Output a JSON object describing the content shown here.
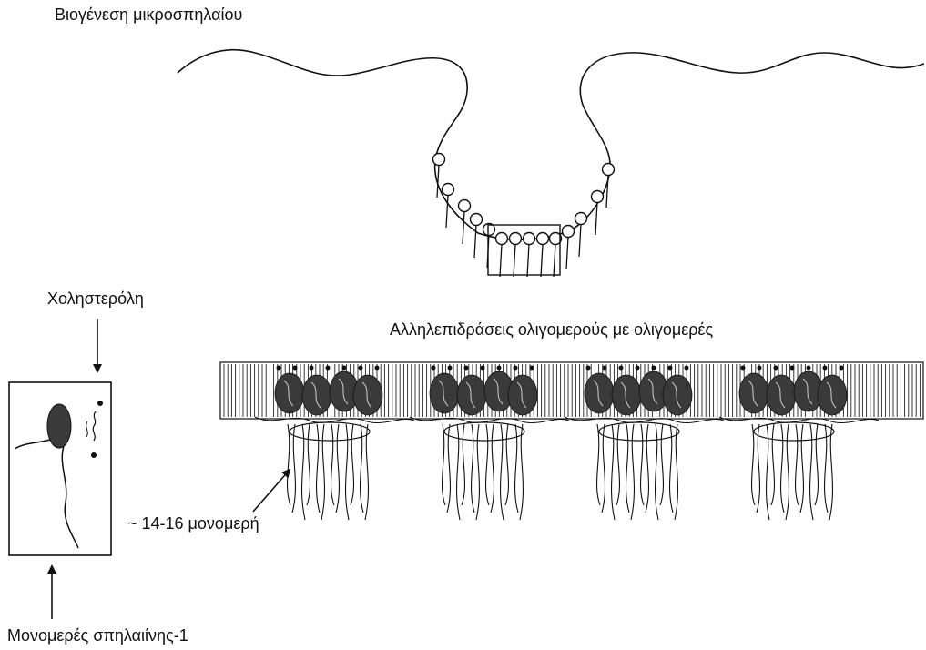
{
  "labels": {
    "title": "Βιογένεση μικροσπηλαίου",
    "cholesterol": "Χοληστερόλη",
    "oligomer_interactions": "Αλληλεπιδράσεις ολιγομερούς με ολιγομερές",
    "monomer_count": "~ 14-16 μονομερή",
    "caveolin_monomer": "Μονομερές σπηλαιίνης-1"
  },
  "colors": {
    "ink": "#111111",
    "protein_fill": "#3a3a3a",
    "background": "#ffffff"
  }
}
